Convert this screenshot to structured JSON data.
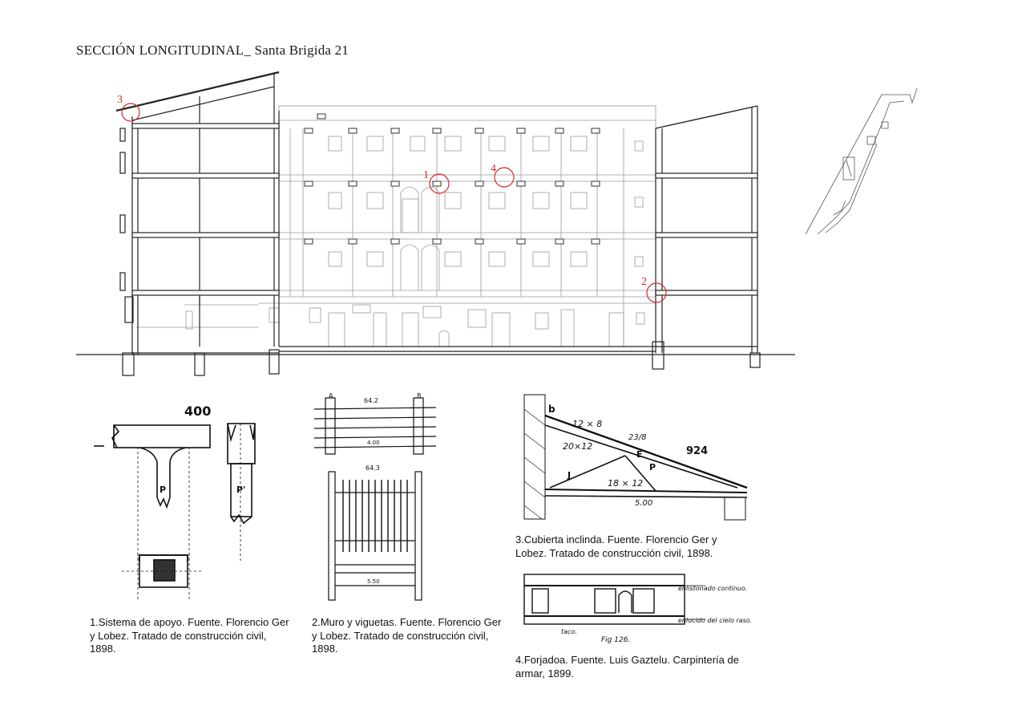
{
  "title": "SECCIÓN LONGITUDINAL_ Santa Brigida 21",
  "markers": {
    "m1": "1",
    "m2": "2",
    "m3": "3",
    "m4": "4"
  },
  "captions": {
    "c1": "1.Sistema de apoyo. Fuente. Florencio Ger y Lobez. Tratado de construcción civil, 1898.",
    "c2": "2.Muro y viguetas. Fuente. Florencio Ger y Lobez. Tratado de construcción civil, 1898.",
    "c3": "3.Cubierta inclinda. Fuente. Florencio Ger y Lobez. Tratado de construcción civil, 1898.",
    "c4": "4.Forjadoa. Fuente. Luis Gaztelu. Carpintería de armar, 1899."
  },
  "detail_labels": {
    "d1_dim": "400",
    "d1_p": "P",
    "d1_p2": "P'",
    "d2_a": "A",
    "d2_b": "B",
    "d2_top": "64.2",
    "d2_top2": "64.3",
    "d2_mid": "4.00",
    "d2_bot": "5.50",
    "d3_b": "b",
    "d3_a": "12 × 8",
    "d3_b2": "20×12",
    "d3_c": "23/8",
    "d3_d": "924",
    "d3_e": "18 × 12",
    "d3_f": "5.00",
    "d3_p": "P",
    "d3_j": "J",
    "d3_e2": "E",
    "d4_top": "enlistonado continuo.",
    "d4_bot": "enlucido del cielo raso.",
    "d4_taco": "taco.",
    "d4_fig": "Fig 126."
  },
  "colors": {
    "ink": "#222222",
    "faint": "#9a9a9a",
    "marker": "#d42a2a"
  }
}
